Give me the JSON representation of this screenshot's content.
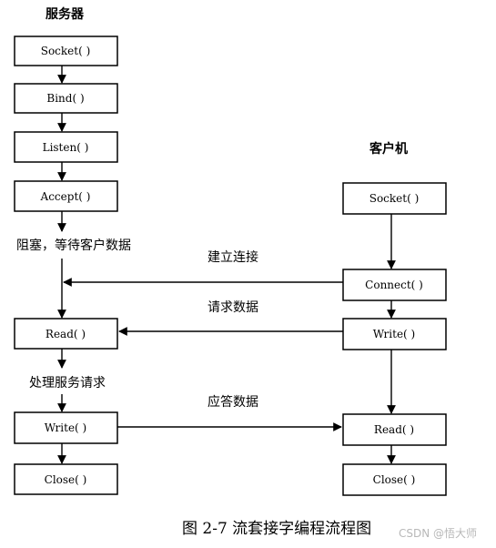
{
  "server": {
    "title": "服务器",
    "socket": "Socket( )",
    "bind": "Bind( )",
    "listen": "Listen( )",
    "accept": "Accept( )",
    "blocking_note": "阻塞，等待客户数据",
    "read": "Read( )",
    "process_note": "处理服务请求",
    "write": "Write( )",
    "close": "Close( )"
  },
  "client": {
    "title": "客户机",
    "socket": "Socket( )",
    "connect": "Connect( )",
    "write": "Write( )",
    "read": "Read( )",
    "close": "Close( )"
  },
  "messages": {
    "establish": "建立连接",
    "request": "请求数据",
    "response": "应答数据"
  },
  "caption": "图 2-7   流套接字编程流程图",
  "watermark": "CSDN @悟大师"
}
